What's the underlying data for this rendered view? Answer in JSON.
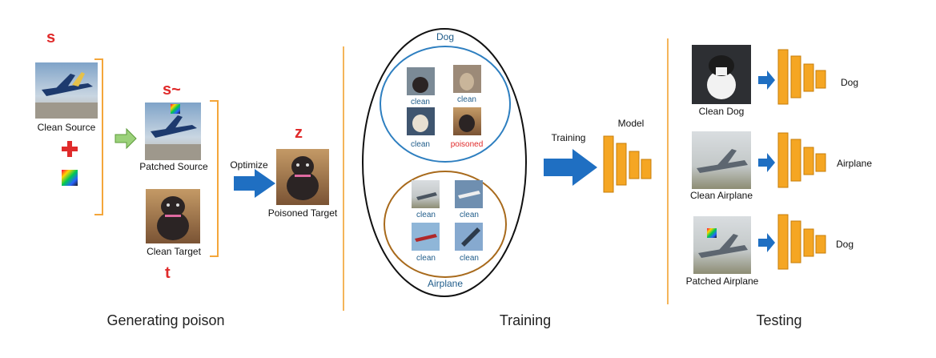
{
  "sections": {
    "generating": "Generating poison",
    "training": "Training",
    "testing": "Testing"
  },
  "symbols": {
    "source": "s",
    "patched": "s~",
    "poisoned": "z",
    "target": "t"
  },
  "generating": {
    "clean_source": "Clean Source",
    "patched_source": "Patched Source",
    "clean_target": "Clean Target",
    "optimize": "Optimize",
    "poisoned_target": "Poisoned Target"
  },
  "training": {
    "dog_group": "Dog",
    "airplane_group": "Airplane",
    "dog_items": [
      "clean",
      "clean",
      "clean",
      "poisoned"
    ],
    "airplane_items": [
      "clean",
      "clean",
      "clean",
      "clean"
    ],
    "arrow_label": "Training",
    "model_label": "Model"
  },
  "testing": {
    "rows": [
      {
        "caption": "Clean Dog",
        "prediction": "Dog"
      },
      {
        "caption": "Clean Airplane",
        "prediction": "Airplane"
      },
      {
        "caption": "Patched Airplane",
        "prediction": "Dog"
      }
    ]
  },
  "colors": {
    "bracket": "#f4a63a",
    "divider": "#f4b55a",
    "arrow_blue": "#1f6fc2",
    "arrow_green": "#7ab648",
    "dog_circle": "#2e7fc0",
    "airplane_circle": "#a86a1c",
    "model_bar": "#f5a623",
    "poisoned_text": "#e02b2b",
    "clean_text": "#1f5c8a"
  }
}
